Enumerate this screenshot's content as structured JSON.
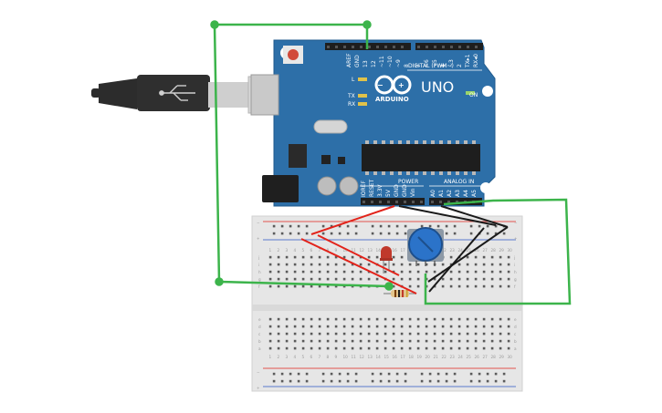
{
  "arduino": {
    "brand": "ARDUINO",
    "model": "UNO",
    "digital_label": "DIGITAL (PWM~)",
    "power_label": "POWER",
    "analog_label": "ANALOG IN",
    "on_label": "ON",
    "led_labels": {
      "l": "L",
      "tx": "TX",
      "rx": "RX"
    },
    "top_pins": [
      "AREF",
      "GND",
      "13",
      "12",
      "~11",
      "~10",
      "~9",
      "8",
      "7",
      "~6",
      "~5",
      "4",
      "~3",
      "2",
      "TX▸1",
      "RX◂0"
    ],
    "power_pins": [
      "IOREF",
      "RESET",
      "3.3V",
      "5V",
      "GND",
      "GND",
      "Vin"
    ],
    "analog_pins": [
      "A0",
      "A1",
      "A2",
      "A3",
      "A4",
      "A5"
    ]
  },
  "breadboard": {
    "row_letters_top": [
      "j",
      "i",
      "h",
      "g",
      "f"
    ],
    "row_letters_bottom": [
      "e",
      "d",
      "c",
      "b",
      "a"
    ],
    "columns": [
      "1",
      "2",
      "3",
      "4",
      "5",
      "6",
      "7",
      "8",
      "9",
      "10",
      "11",
      "12",
      "13",
      "14",
      "15",
      "16",
      "17",
      "18",
      "19",
      "20",
      "21",
      "22",
      "23",
      "24",
      "25",
      "26",
      "27",
      "28",
      "29",
      "30"
    ],
    "rail_minus": "−",
    "rail_plus": "+"
  },
  "colors": {
    "board": "#2d6fa8",
    "board_edge": "#1f5a8c",
    "wire_green": "#3cb44b",
    "wire_red": "#e2231a",
    "wire_black": "#1a1a1a",
    "led_red": "#c0392b",
    "pot_blue": "#2b73c9",
    "breadboard": "#e6e6e6",
    "rail_red": "#e2231a",
    "rail_blue": "#2a56c6"
  }
}
